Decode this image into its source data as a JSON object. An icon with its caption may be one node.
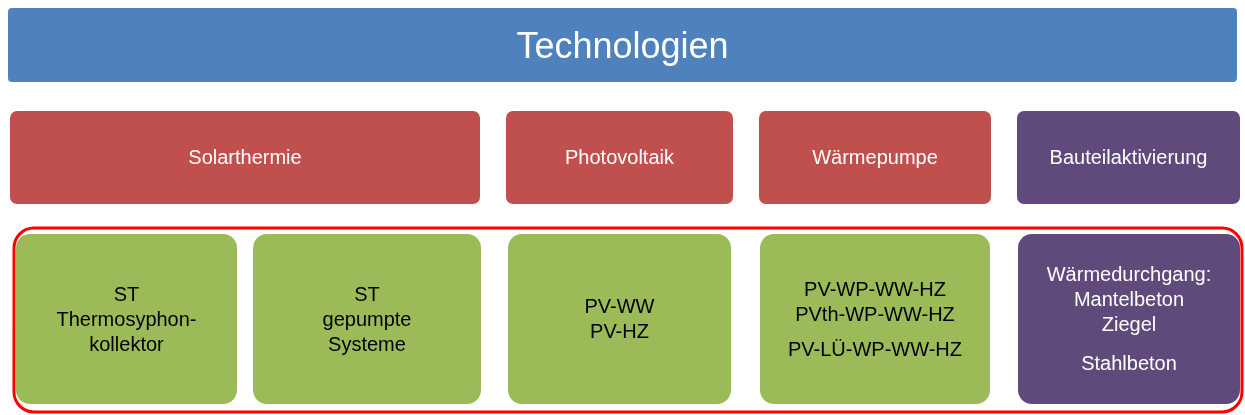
{
  "diagram": {
    "nodes": [
      {
        "text": [
          "Technologien"
        ]
      },
      {
        "text": [
          "Solarthermie"
        ]
      },
      {
        "text": [
          "Photovoltaik"
        ]
      },
      {
        "text": [
          "Wärmepumpe"
        ]
      },
      {
        "text": [
          "Bauteilaktivierung"
        ]
      },
      {
        "text": [
          "ST",
          "Thermosyphon-",
          "kollektor"
        ]
      },
      {
        "text": [
          "ST",
          "gepumpte",
          "Systeme"
        ]
      },
      {
        "text": [
          "PV-WW",
          "PV-HZ"
        ]
      },
      {
        "text": [
          "PV-WP-WW-HZ",
          "PVth-WP-WW-HZ",
          "PV-LÜ-WP-WW-HZ"
        ]
      },
      {
        "text": [
          "Wärmedurchgang:",
          "Mantelbeton",
          "Ziegel",
          "Stahlbeton"
        ]
      }
    ]
  }
}
